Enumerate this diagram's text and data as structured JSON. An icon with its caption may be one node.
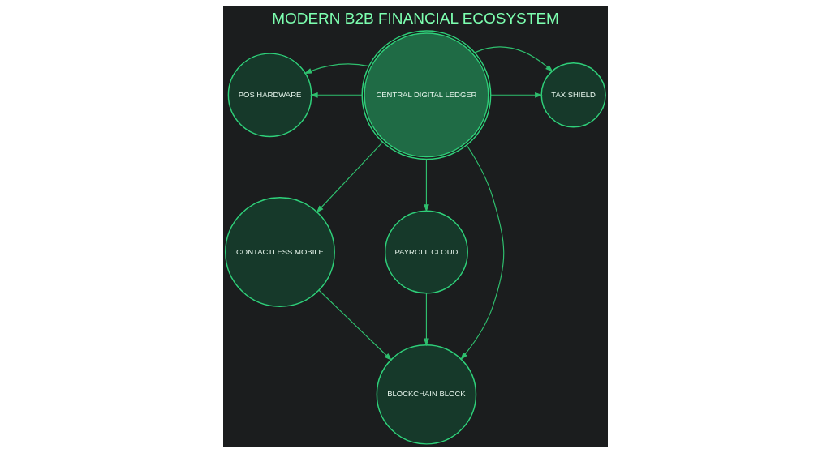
{
  "diagram": {
    "title": "MODERN B2B FINANCIAL ECOSYSTEM",
    "nodes": [
      {
        "text": [
          "POS HARDWARE"
        ]
      },
      {
        "text": [
          "CENTRAL DIGITAL LEDGER"
        ]
      },
      {
        "text": [
          "TAX SHIELD"
        ]
      },
      {
        "text": [
          "CONTACTLESS MOBILE"
        ]
      },
      {
        "text": [
          "PAYROLL CLOUD"
        ]
      },
      {
        "text": [
          "BLOCKCHAIN BLOCK"
        ]
      }
    ],
    "edges": [
      {
        "from": 1,
        "to": 0,
        "arrow": "to"
      },
      {
        "from": 1,
        "to": 0,
        "arrow": "to"
      },
      {
        "from": 1,
        "to": 2,
        "arrow": "to"
      },
      {
        "from": 1,
        "to": 2,
        "arrow": "to"
      },
      {
        "from": 1,
        "to": 3,
        "arrow": "to"
      },
      {
        "from": 1,
        "to": 4,
        "arrow": "to"
      },
      {
        "from": 1,
        "to": 5,
        "arrow": "to"
      },
      {
        "from": 3,
        "to": 5,
        "arrow": "to"
      },
      {
        "from": 4,
        "to": 5,
        "arrow": "to"
      }
    ]
  }
}
